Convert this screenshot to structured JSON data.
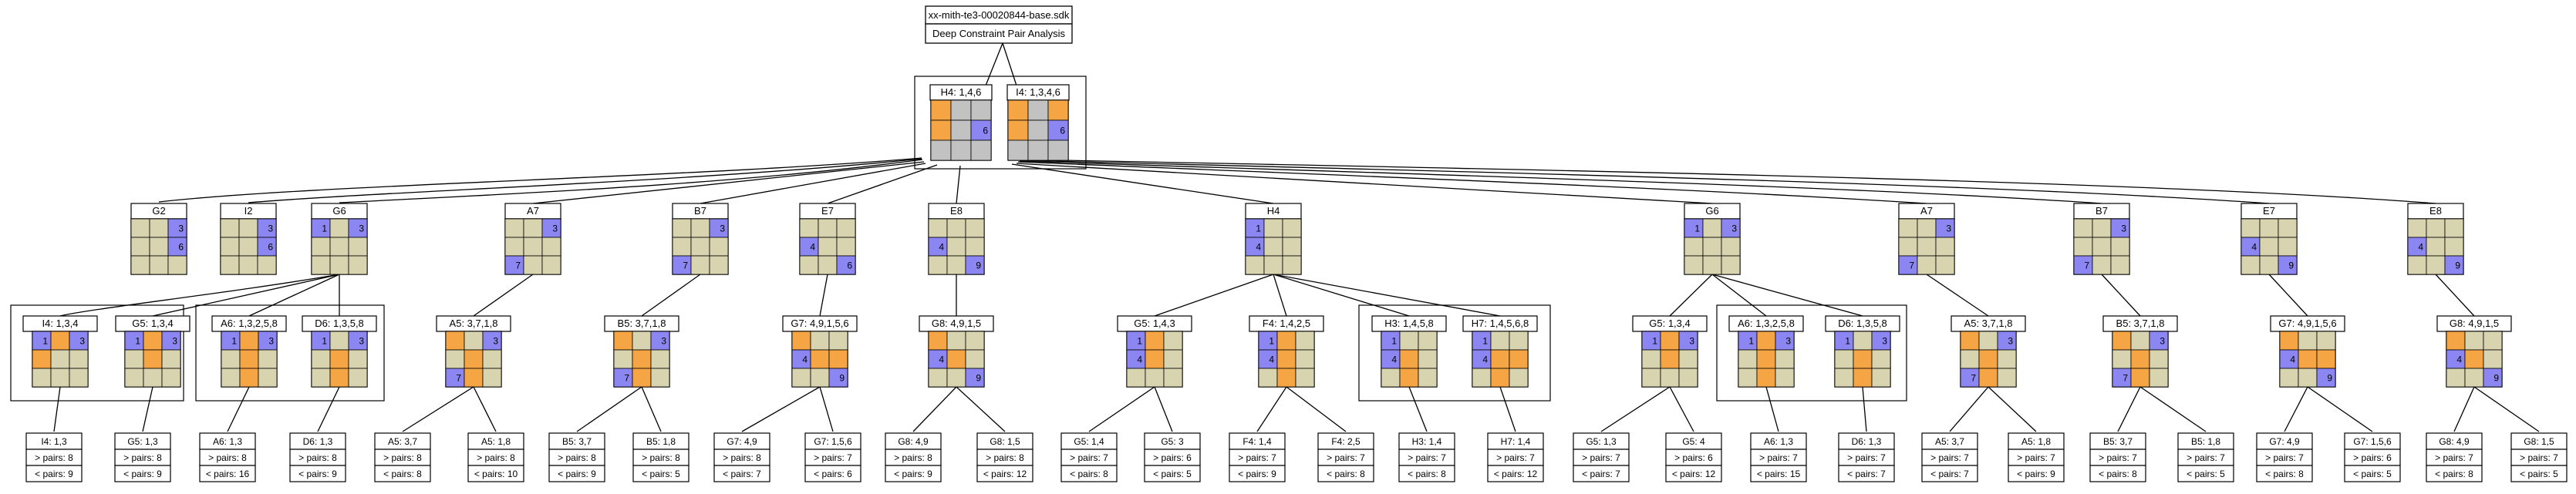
{
  "header": {
    "filename": "xx-mith-te3-00020844-base.sdk",
    "subtitle": "Deep Constraint Pair Analysis"
  },
  "colors": {
    "empty": "#d8d4b0",
    "orange": "#f5a544",
    "blue": "#8c86f2",
    "gray": "#c2c2c2",
    "line": "#000000"
  },
  "cluster_top": [
    {
      "id": "h4",
      "label": "H4: 1,4,6",
      "grid": [
        "o",
        "g",
        "g",
        "o",
        "g",
        "b",
        "g",
        "g",
        "g"
      ],
      "digits": {
        "5": "6"
      }
    },
    {
      "id": "i4",
      "label": "I4: 1,3,4,6",
      "grid": [
        "o",
        "g",
        "o",
        "o",
        "g",
        "b",
        "g",
        "g",
        "g"
      ],
      "digits": {
        "5": "6"
      }
    }
  ],
  "level1": [
    {
      "id": "l1-0",
      "label": "G2",
      "grid": [
        "e",
        "e",
        "b",
        "e",
        "e",
        "b",
        "e",
        "e",
        "e"
      ],
      "digits": {
        "2": "3",
        "5": "6"
      }
    },
    {
      "id": "l1-1",
      "label": "I2",
      "grid": [
        "e",
        "e",
        "b",
        "e",
        "e",
        "b",
        "e",
        "e",
        "e"
      ],
      "digits": {
        "2": "3",
        "5": "6"
      }
    },
    {
      "id": "l1-2",
      "label": "G6",
      "grid": [
        "b",
        "e",
        "b",
        "e",
        "e",
        "e",
        "e",
        "e",
        "e"
      ],
      "digits": {
        "0": "1",
        "2": "3"
      }
    },
    {
      "id": "l1-3",
      "label": "A7",
      "grid": [
        "e",
        "e",
        "b",
        "e",
        "e",
        "e",
        "b",
        "e",
        "e"
      ],
      "digits": {
        "2": "3",
        "6": "7"
      }
    },
    {
      "id": "l1-4",
      "label": "B7",
      "grid": [
        "e",
        "e",
        "b",
        "e",
        "e",
        "e",
        "b",
        "e",
        "e"
      ],
      "digits": {
        "2": "3",
        "6": "7"
      }
    },
    {
      "id": "l1-5",
      "label": "E7",
      "grid": [
        "e",
        "e",
        "e",
        "b",
        "e",
        "e",
        "e",
        "e",
        "b"
      ],
      "digits": {
        "3": "4",
        "8": "6"
      }
    },
    {
      "id": "l1-6",
      "label": "E8",
      "grid": [
        "e",
        "e",
        "e",
        "b",
        "e",
        "e",
        "e",
        "e",
        "b"
      ],
      "digits": {
        "3": "4",
        "8": "9"
      }
    },
    {
      "id": "l1-7",
      "label": "H4",
      "grid": [
        "b",
        "e",
        "e",
        "b",
        "e",
        "e",
        "e",
        "e",
        "e"
      ],
      "digits": {
        "0": "1",
        "3": "4"
      }
    },
    {
      "id": "l1-8",
      "label": "G6",
      "grid": [
        "b",
        "e",
        "b",
        "e",
        "e",
        "e",
        "e",
        "e",
        "e"
      ],
      "digits": {
        "0": "1",
        "2": "3"
      }
    },
    {
      "id": "l1-9",
      "label": "A7",
      "grid": [
        "e",
        "e",
        "b",
        "e",
        "e",
        "e",
        "b",
        "e",
        "e"
      ],
      "digits": {
        "2": "3",
        "6": "7"
      }
    },
    {
      "id": "l1-10",
      "label": "B7",
      "grid": [
        "e",
        "e",
        "b",
        "e",
        "e",
        "e",
        "b",
        "e",
        "e"
      ],
      "digits": {
        "2": "3",
        "6": "7"
      }
    },
    {
      "id": "l1-11",
      "label": "E7",
      "grid": [
        "e",
        "e",
        "e",
        "b",
        "e",
        "e",
        "e",
        "e",
        "b"
      ],
      "digits": {
        "3": "4",
        "8": "9"
      }
    },
    {
      "id": "l1-12",
      "label": "E8",
      "grid": [
        "e",
        "e",
        "e",
        "b",
        "e",
        "e",
        "e",
        "e",
        "b"
      ],
      "digits": {
        "3": "4",
        "8": "9"
      }
    }
  ],
  "level2": [
    {
      "id": "l2-0",
      "label": "I4: 1,3,4",
      "grid": [
        "b",
        "o",
        "b",
        "o",
        "e",
        "e",
        "e",
        "e",
        "e"
      ],
      "digits": {
        "0": "1",
        "2": "3"
      }
    },
    {
      "id": "l2-1",
      "label": "G5: 1,3,4",
      "grid": [
        "b",
        "o",
        "b",
        "e",
        "o",
        "e",
        "e",
        "e",
        "e"
      ],
      "digits": {
        "0": "1",
        "2": "3"
      }
    },
    {
      "id": "l2-2",
      "label": "A6: 1,3,2,5,8",
      "grid": [
        "b",
        "o",
        "b",
        "e",
        "o",
        "e",
        "e",
        "o",
        "e"
      ],
      "digits": {
        "0": "1",
        "2": "3"
      }
    },
    {
      "id": "l2-3",
      "label": "D6: 1,3,5,8",
      "grid": [
        "b",
        "e",
        "b",
        "e",
        "o",
        "e",
        "e",
        "o",
        "e"
      ],
      "digits": {
        "0": "1",
        "2": "3"
      }
    },
    {
      "id": "l2-4",
      "label": "A5: 3,7,1,8",
      "grid": [
        "o",
        "e",
        "b",
        "e",
        "o",
        "e",
        "b",
        "o",
        "e"
      ],
      "digits": {
        "2": "3",
        "6": "7"
      }
    },
    {
      "id": "l2-5",
      "label": "B5: 3,7,1,8",
      "grid": [
        "o",
        "e",
        "b",
        "e",
        "o",
        "e",
        "b",
        "o",
        "e"
      ],
      "digits": {
        "2": "3",
        "6": "7"
      }
    },
    {
      "id": "l2-6",
      "label": "G7: 4,9,1,5,6",
      "grid": [
        "o",
        "e",
        "e",
        "b",
        "o",
        "o",
        "e",
        "e",
        "b"
      ],
      "digits": {
        "3": "4",
        "8": "9"
      }
    },
    {
      "id": "l2-7",
      "label": "G8: 4,9,1,5",
      "grid": [
        "o",
        "e",
        "e",
        "b",
        "o",
        "e",
        "e",
        "e",
        "b"
      ],
      "digits": {
        "3": "4",
        "8": "9"
      }
    },
    {
      "id": "l2-8",
      "label": "G5: 1,4,3",
      "grid": [
        "b",
        "o",
        "e",
        "b",
        "o",
        "e",
        "e",
        "e",
        "e"
      ],
      "digits": {
        "0": "1",
        "3": "4"
      }
    },
    {
      "id": "l2-9",
      "label": "F4: 1,4,2,5",
      "grid": [
        "b",
        "o",
        "e",
        "b",
        "o",
        "e",
        "e",
        "o",
        "e"
      ],
      "digits": {
        "0": "1",
        "3": "4"
      }
    },
    {
      "id": "l2-10",
      "label": "H3: 1,4,5,8",
      "grid": [
        "b",
        "e",
        "e",
        "b",
        "o",
        "e",
        "e",
        "o",
        "e"
      ],
      "digits": {
        "0": "1",
        "3": "4"
      }
    },
    {
      "id": "l2-11",
      "label": "H7: 1,4,5,6,8",
      "grid": [
        "b",
        "e",
        "e",
        "b",
        "o",
        "o",
        "e",
        "o",
        "e"
      ],
      "digits": {
        "0": "1",
        "3": "4"
      }
    },
    {
      "id": "l2-12",
      "label": "G5: 1,3,4",
      "grid": [
        "b",
        "o",
        "b",
        "e",
        "o",
        "e",
        "e",
        "e",
        "e"
      ],
      "digits": {
        "0": "1",
        "2": "3"
      }
    },
    {
      "id": "l2-13",
      "label": "A6: 1,3,2,5,8",
      "grid": [
        "b",
        "o",
        "b",
        "e",
        "o",
        "e",
        "e",
        "o",
        "e"
      ],
      "digits": {
        "0": "1",
        "2": "3"
      }
    },
    {
      "id": "l2-14",
      "label": "D6: 1,3,5,8",
      "grid": [
        "b",
        "e",
        "b",
        "e",
        "o",
        "e",
        "e",
        "o",
        "e"
      ],
      "digits": {
        "0": "1",
        "2": "3"
      }
    },
    {
      "id": "l2-15",
      "label": "A5: 3,7,1,8",
      "grid": [
        "o",
        "e",
        "b",
        "e",
        "o",
        "e",
        "b",
        "o",
        "e"
      ],
      "digits": {
        "2": "3",
        "6": "7"
      }
    },
    {
      "id": "l2-16",
      "label": "B5: 3,7,1,8",
      "grid": [
        "o",
        "e",
        "b",
        "e",
        "o",
        "e",
        "b",
        "o",
        "e"
      ],
      "digits": {
        "2": "3",
        "6": "7"
      }
    },
    {
      "id": "l2-17",
      "label": "G7: 4,9,1,5,6",
      "grid": [
        "o",
        "e",
        "e",
        "b",
        "o",
        "o",
        "e",
        "e",
        "b"
      ],
      "digits": {
        "3": "4",
        "8": "9"
      }
    },
    {
      "id": "l2-18",
      "label": "G8: 4,9,1,5",
      "grid": [
        "o",
        "e",
        "e",
        "b",
        "o",
        "e",
        "e",
        "e",
        "b"
      ],
      "digits": {
        "3": "4",
        "8": "9"
      }
    }
  ],
  "leaves": [
    {
      "id": "lf-0",
      "label": "I4: 1,3",
      "gt": "> pairs: 8",
      "lt": "< pairs: 9"
    },
    {
      "id": "lf-1",
      "label": "G5: 1,3",
      "gt": "> pairs: 8",
      "lt": "< pairs: 9"
    },
    {
      "id": "lf-2",
      "label": "A6: 1,3",
      "gt": "> pairs: 8",
      "lt": "< pairs: 16"
    },
    {
      "id": "lf-3",
      "label": "D6: 1,3",
      "gt": "> pairs: 8",
      "lt": "< pairs: 9"
    },
    {
      "id": "lf-4",
      "label": "A5: 3,7",
      "gt": "> pairs: 8",
      "lt": "< pairs: 8"
    },
    {
      "id": "lf-5",
      "label": "A5: 1,8",
      "gt": "> pairs: 8",
      "lt": "< pairs: 10"
    },
    {
      "id": "lf-6",
      "label": "B5: 3,7",
      "gt": "> pairs: 8",
      "lt": "< pairs: 9"
    },
    {
      "id": "lf-7",
      "label": "B5: 1,8",
      "gt": "> pairs: 8",
      "lt": "< pairs: 5"
    },
    {
      "id": "lf-8",
      "label": "G7: 4,9",
      "gt": "> pairs: 8",
      "lt": "< pairs: 7"
    },
    {
      "id": "lf-9",
      "label": "G7: 1,5,6",
      "gt": "> pairs: 7",
      "lt": "< pairs: 6"
    },
    {
      "id": "lf-10",
      "label": "G8: 4,9",
      "gt": "> pairs: 8",
      "lt": "< pairs: 9"
    },
    {
      "id": "lf-11",
      "label": "G8: 1,5",
      "gt": "> pairs: 8",
      "lt": "< pairs: 12"
    },
    {
      "id": "lf-12",
      "label": "G5: 1,4",
      "gt": "> pairs: 7",
      "lt": "< pairs: 8"
    },
    {
      "id": "lf-13",
      "label": "G5: 3",
      "gt": "> pairs: 6",
      "lt": "< pairs: 5"
    },
    {
      "id": "lf-14",
      "label": "F4: 1,4",
      "gt": "> pairs: 7",
      "lt": "< pairs: 9"
    },
    {
      "id": "lf-15",
      "label": "F4: 2,5",
      "gt": "> pairs: 7",
      "lt": "< pairs: 8"
    },
    {
      "id": "lf-16",
      "label": "H3: 1,4",
      "gt": "> pairs: 7",
      "lt": "< pairs: 8"
    },
    {
      "id": "lf-17",
      "label": "H7: 1,4",
      "gt": "> pairs: 7",
      "lt": "< pairs: 12"
    },
    {
      "id": "lf-18",
      "label": "G5: 1,3",
      "gt": "> pairs: 7",
      "lt": "< pairs: 7"
    },
    {
      "id": "lf-19",
      "label": "G5: 4",
      "gt": "> pairs: 6",
      "lt": "< pairs: 12"
    },
    {
      "id": "lf-20",
      "label": "A6: 1,3",
      "gt": "> pairs: 7",
      "lt": "< pairs: 15"
    },
    {
      "id": "lf-21",
      "label": "D6: 1,3",
      "gt": "> pairs: 7",
      "lt": "< pairs: 7"
    },
    {
      "id": "lf-22",
      "label": "A5: 3,7",
      "gt": "> pairs: 7",
      "lt": "< pairs: 7"
    },
    {
      "id": "lf-23",
      "label": "A5: 1,8",
      "gt": "> pairs: 7",
      "lt": "< pairs: 9"
    },
    {
      "id": "lf-24",
      "label": "B5: 3,7",
      "gt": "> pairs: 7",
      "lt": "< pairs: 8"
    },
    {
      "id": "lf-25",
      "label": "B5: 1,8",
      "gt": "> pairs: 7",
      "lt": "< pairs: 5"
    },
    {
      "id": "lf-26",
      "label": "G7: 4,9",
      "gt": "> pairs: 7",
      "lt": "< pairs: 8"
    },
    {
      "id": "lf-27",
      "label": "G7: 1,5,6",
      "gt": "> pairs: 6",
      "lt": "< pairs: 5"
    },
    {
      "id": "lf-28",
      "label": "G8: 4,9",
      "gt": "> pairs: 7",
      "lt": "< pairs: 8"
    },
    {
      "id": "lf-29",
      "label": "G8: 1,5",
      "gt": "> pairs: 7",
      "lt": "< pairs: 5"
    }
  ]
}
